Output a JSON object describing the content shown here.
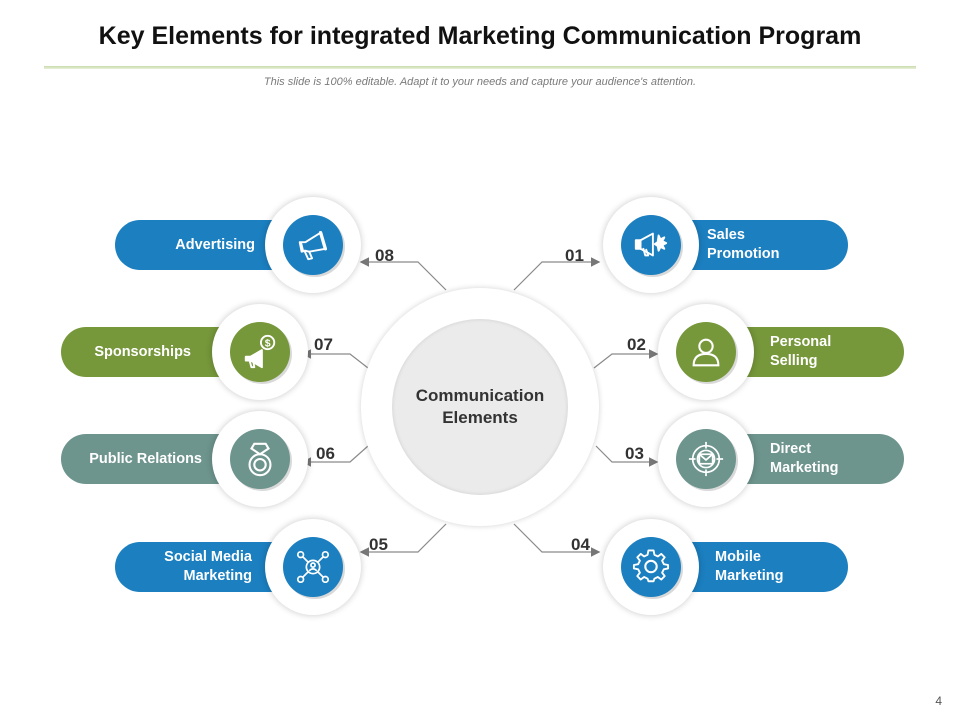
{
  "title": "Key Elements for integrated Marketing Communication Program",
  "subtitle": "This slide is 100% editable. Adapt it to your needs and capture your audience's attention.",
  "hub": {
    "line1": "Communication",
    "line2": "Elements"
  },
  "items": [
    {
      "num": "01",
      "line1": "Sales",
      "line2": "Promotion",
      "color": "#1b7fc0",
      "icon": "megaphone-burst-icon"
    },
    {
      "num": "02",
      "line1": "Personal",
      "line2": "Selling",
      "color": "#76973a",
      "icon": "person-icon"
    },
    {
      "num": "03",
      "line1": "Direct",
      "line2": "Marketing",
      "color": "#6d948d",
      "icon": "target-envelope-icon"
    },
    {
      "num": "04",
      "line1": "Mobile",
      "line2": "Marketing",
      "color": "#1b7fc0",
      "icon": "gear-icon"
    },
    {
      "num": "05",
      "line1": "Social Media",
      "line2": "Marketing",
      "color": "#1b7fc0",
      "icon": "network-person-icon"
    },
    {
      "num": "06",
      "line1": "Public Relations",
      "line2": "",
      "color": "#6d948d",
      "icon": "ring-icon"
    },
    {
      "num": "07",
      "line1": "Sponsorships",
      "line2": "",
      "color": "#76973a",
      "icon": "dollar-megaphone-icon"
    },
    {
      "num": "08",
      "line1": "Advertising",
      "line2": "",
      "color": "#1b7fc0",
      "icon": "megaphone-icon"
    }
  ],
  "page_number": "4"
}
